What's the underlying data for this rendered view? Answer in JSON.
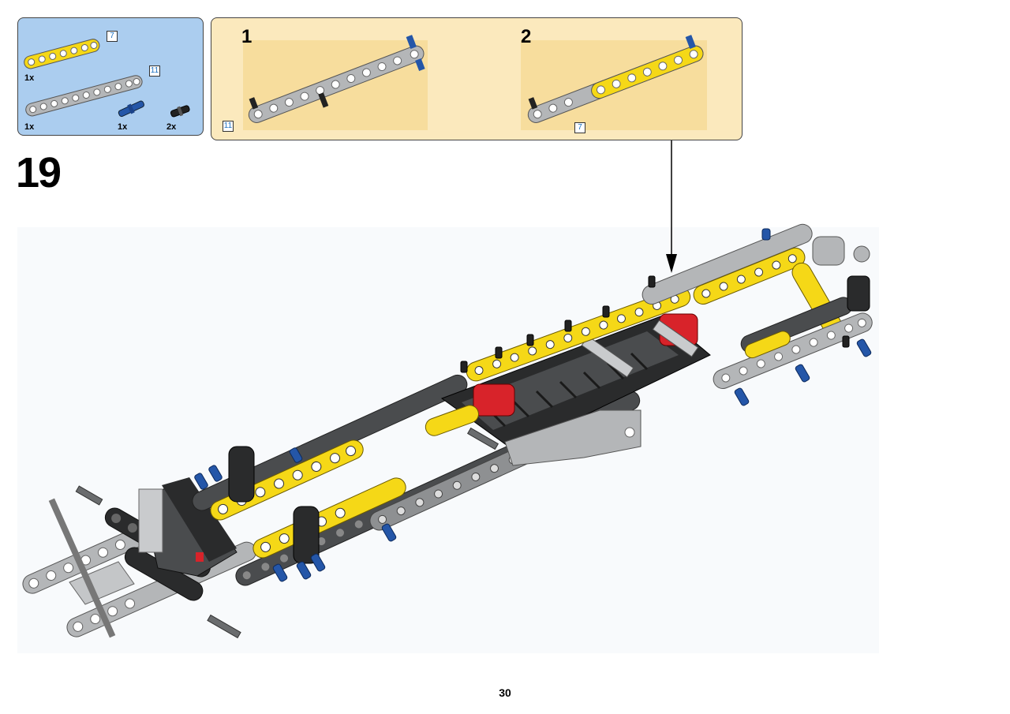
{
  "parts_list": {
    "items": [
      {
        "quantity": "1x",
        "length": "7",
        "color": "#f5d817",
        "name": "beam"
      },
      {
        "quantity": "1x",
        "length": "11",
        "color": "#a9a9a9",
        "name": "beam"
      },
      {
        "quantity": "1x",
        "color": "#2456a8",
        "name": "axle-pin"
      },
      {
        "quantity": "2x",
        "color": "#222222",
        "name": "friction-pin"
      }
    ]
  },
  "sub_assembly": {
    "steps": [
      {
        "number": "1",
        "badge": "11"
      },
      {
        "number": "2",
        "badge": "7"
      }
    ],
    "frame_badge": "11"
  },
  "step": {
    "number": "19"
  },
  "page": {
    "number": "30"
  },
  "colors": {
    "yellow": "#f5d817",
    "light_gray": "#b4b6b8",
    "dark_gray": "#4a4c4e",
    "black": "#222222",
    "blue": "#2456a8",
    "red": "#d8232a"
  }
}
